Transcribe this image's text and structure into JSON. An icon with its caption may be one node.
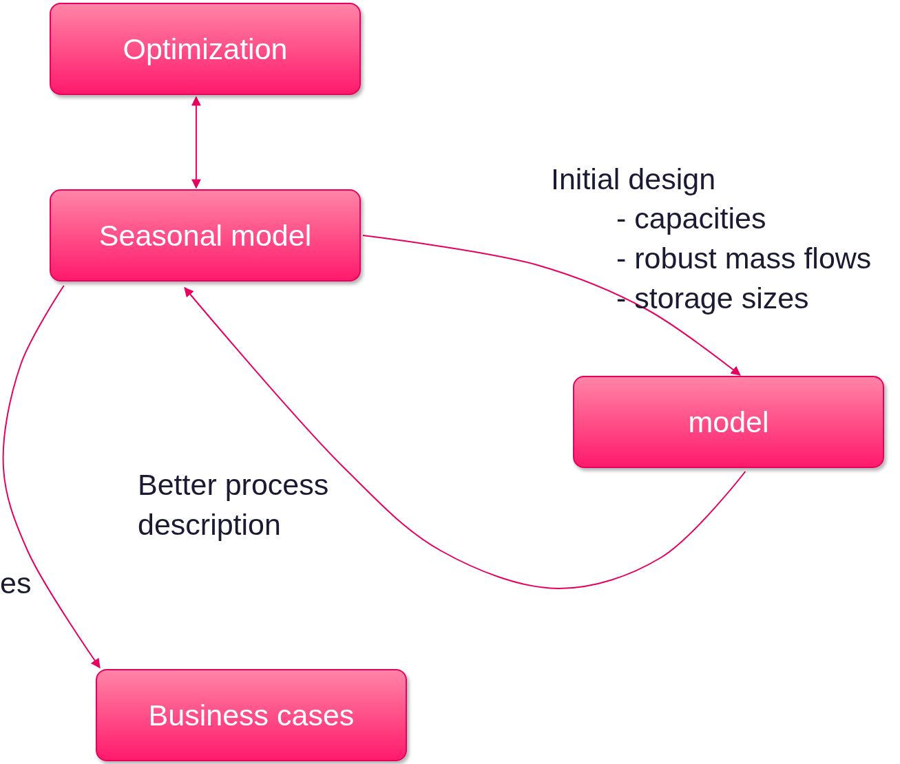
{
  "diagram": {
    "nodes": [
      {
        "text": [
          "Optimization"
        ]
      },
      {
        "text": [
          "Seasonal model"
        ]
      },
      {
        "text": [
          "model"
        ]
      },
      {
        "text": [
          "Business cases"
        ]
      }
    ],
    "edges": [
      {
        "from": 0,
        "to": 1,
        "arrow": "both"
      },
      {
        "from": 1,
        "to": 2,
        "arrow": "to"
      },
      {
        "from": 2,
        "to": 1,
        "arrow": "to",
        "label": "Better process description"
      },
      {
        "from": 1,
        "to": 3,
        "arrow": "to"
      }
    ],
    "labels": [
      "Initial design",
      "- capacities",
      "- robust mass flows",
      "- storage sizes",
      "es"
    ]
  }
}
